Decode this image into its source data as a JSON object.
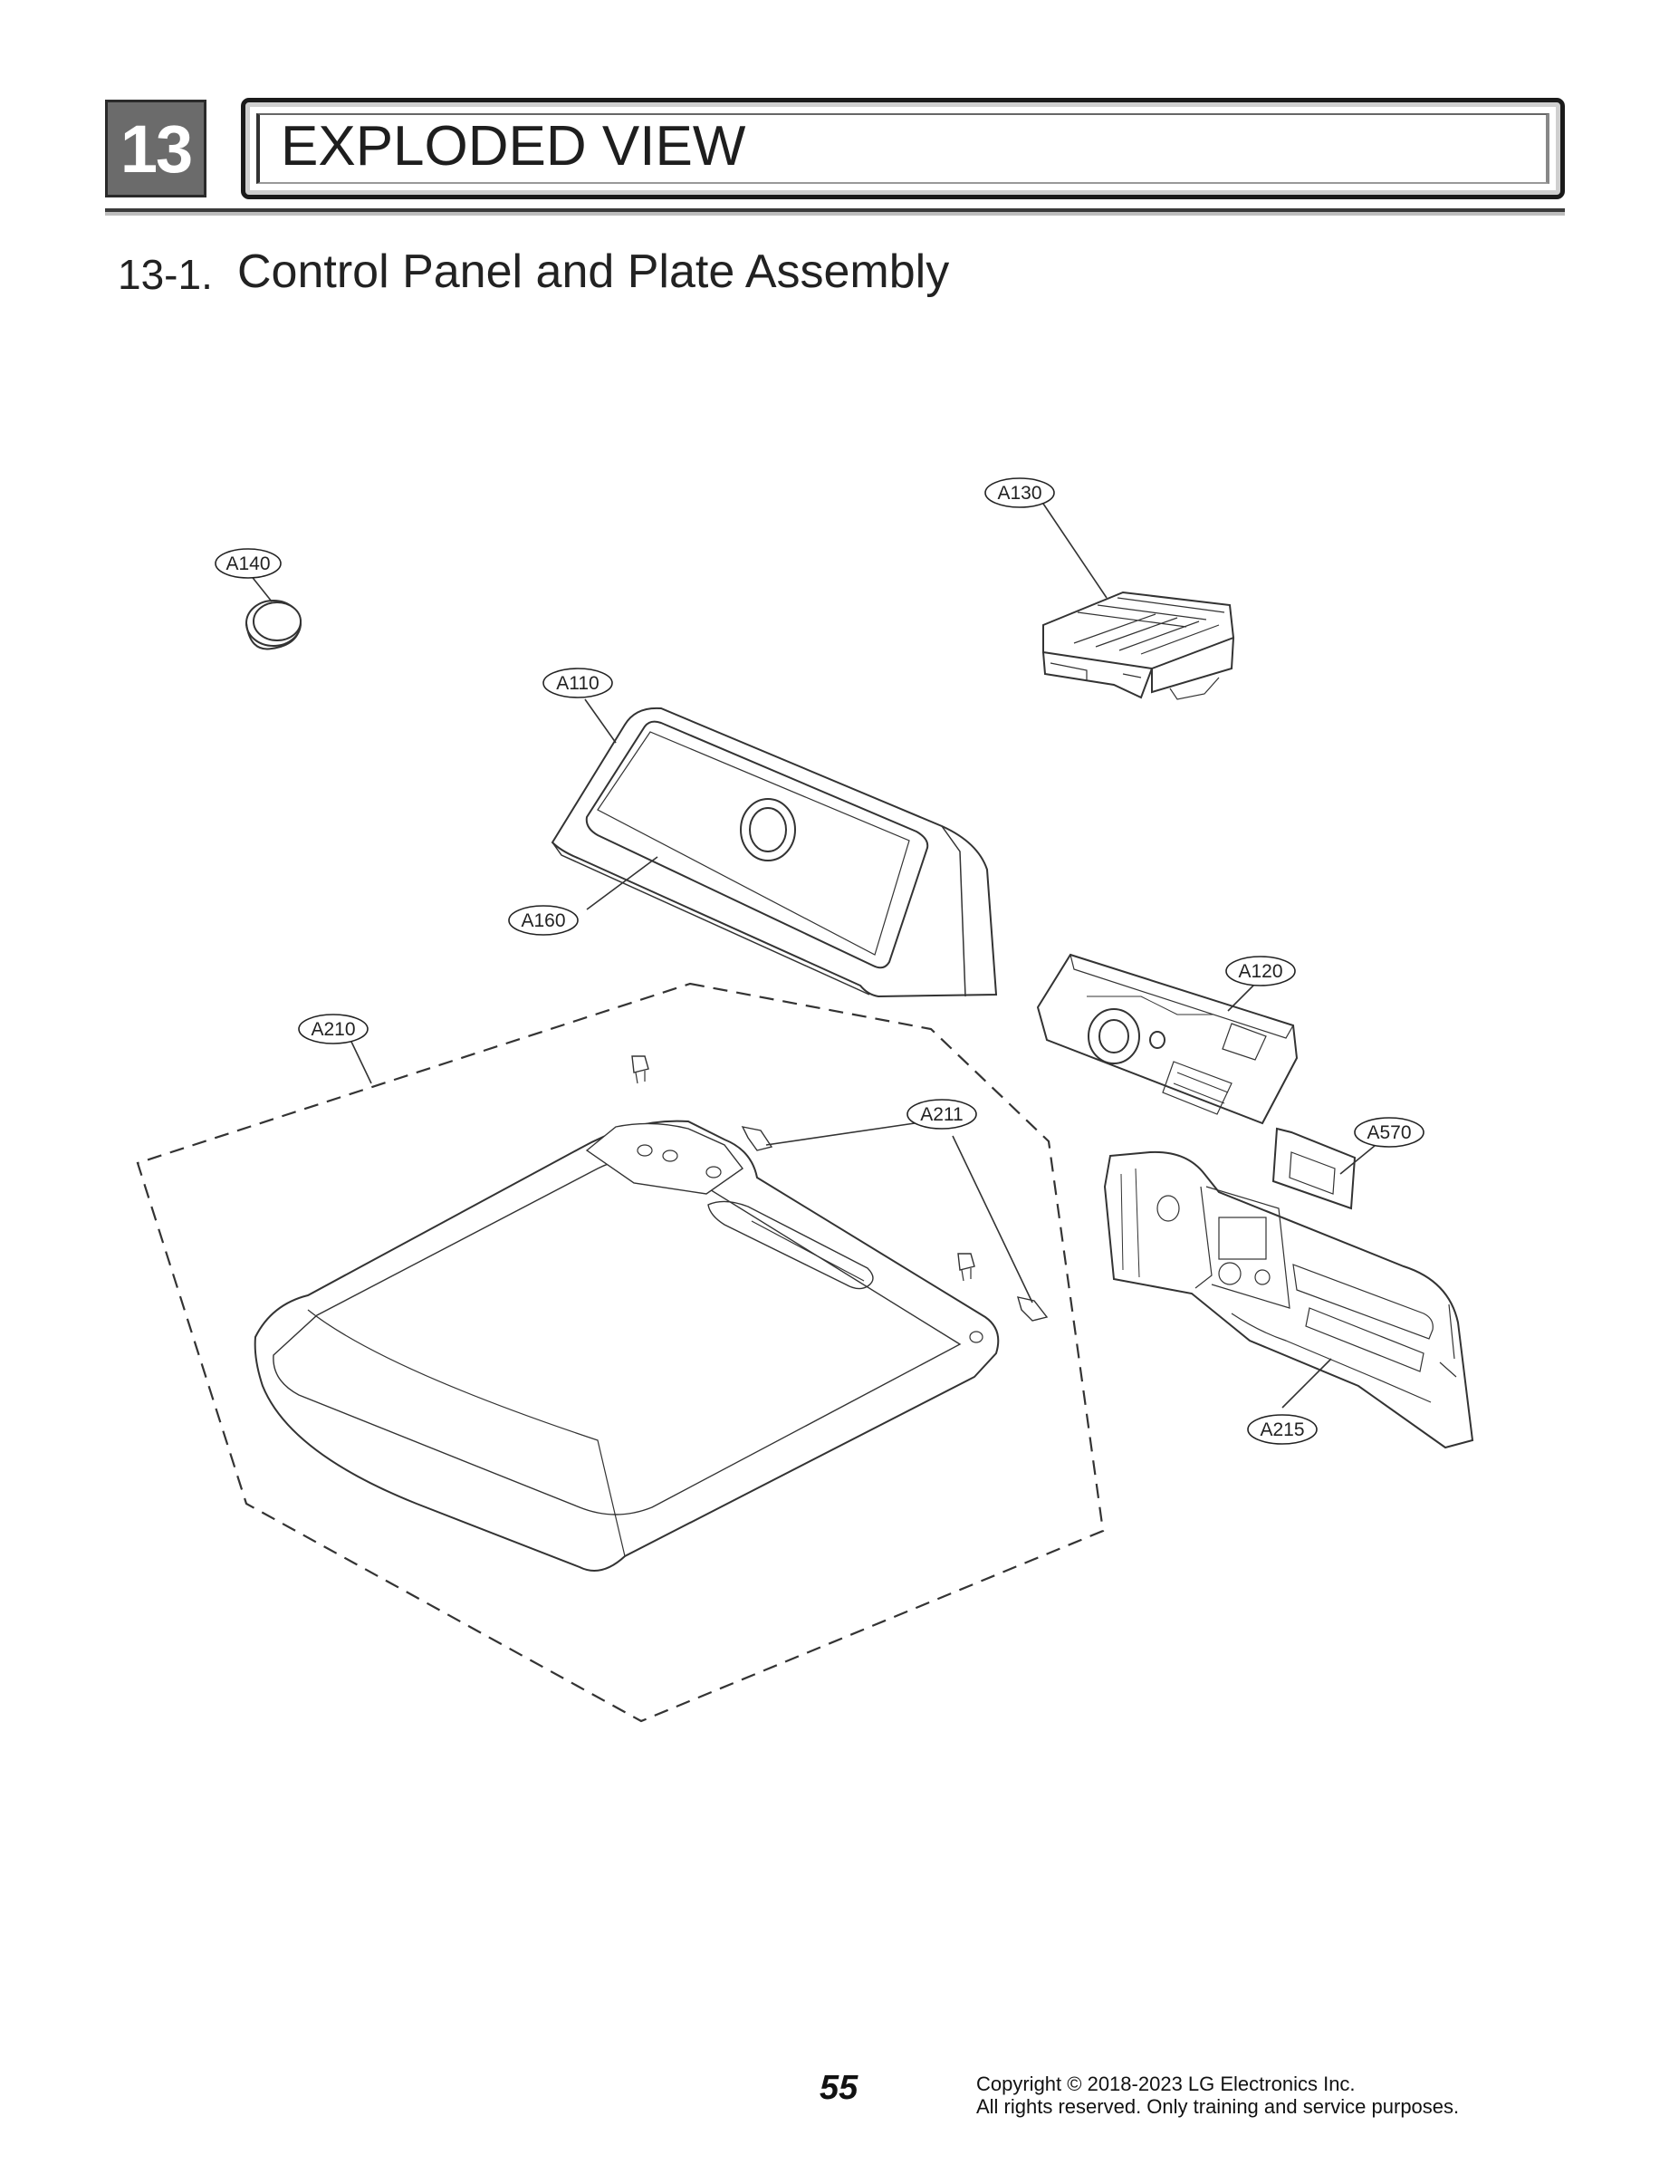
{
  "header": {
    "chapter_number": "13",
    "chapter_title": "EXPLODED VIEW"
  },
  "section": {
    "number": "13-1.",
    "title": "Control Panel and Plate Assembly"
  },
  "callouts": {
    "A130": "A130",
    "A140": "A140",
    "A110": "A110",
    "A160": "A160",
    "A120": "A120",
    "A210": "A210",
    "A211": "A211",
    "A570": "A570",
    "A215": "A215"
  },
  "footer": {
    "page_number": "55",
    "copyright_line1": "Copyright © 2018-2023 LG Electronics Inc.",
    "copyright_line2": "All rights reserved. Only training and service purposes."
  }
}
